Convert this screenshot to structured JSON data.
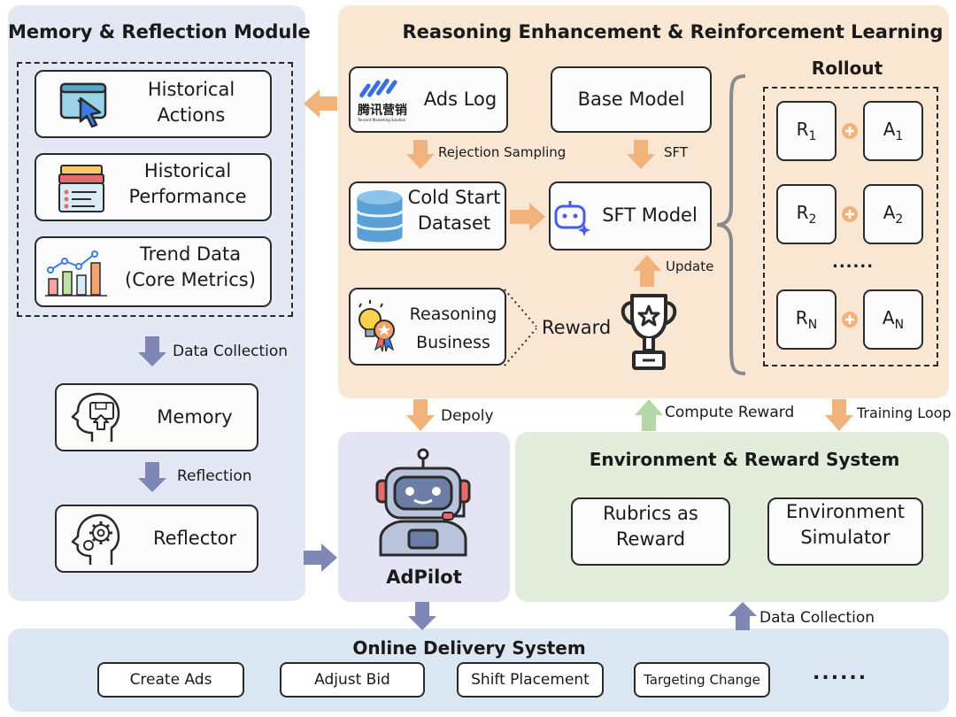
{
  "memory_panel": {
    "title": "Memory & Reflection Module",
    "items": [
      {
        "line1": "Historical",
        "line2": "Actions"
      },
      {
        "line1": "Historical",
        "line2": "Performance"
      },
      {
        "line1": "Trend Data",
        "line2": "(Core Metrics)"
      }
    ],
    "data_collection": "Data Collection",
    "memory": "Memory",
    "reflection": "Reflection",
    "reflector": "Reflector"
  },
  "rl_panel": {
    "title": "Reasoning Enhancement & Reinforcement Learning",
    "ads_log": "Ads Log",
    "logo_cn": "腾讯营销",
    "logo_en": "Tencent Marketing Solution",
    "base_model": "Base Model",
    "rejection_sampling": "Rejection Sampling",
    "sft": "SFT",
    "cold_start_line1": "Cold Start",
    "cold_start_line2": "Dataset",
    "sft_model": "SFT Model",
    "update": "Update",
    "reasoning_line1": "Reasoning",
    "reasoning_line2": "Business",
    "reward": "Reward",
    "rollout": {
      "title": "Rollout",
      "rows": [
        {
          "r": "R",
          "r_sub": "1",
          "a": "A",
          "a_sub": "1"
        },
        {
          "r": "R",
          "r_sub": "2",
          "a": "A",
          "a_sub": "2"
        },
        {
          "r": "R",
          "r_sub": "N",
          "a": "A",
          "a_sub": "N"
        }
      ],
      "ellipsis": "......"
    }
  },
  "flow_labels": {
    "deploy": "Depoly",
    "compute_reward": "Compute Reward",
    "training_loop": "Training Loop",
    "data_collection": "Data Collection"
  },
  "adpilot": {
    "name": "AdPilot"
  },
  "env_panel": {
    "title": "Environment & Reward System",
    "rubrics_line1": "Rubrics as",
    "rubrics_line2": "Reward",
    "env_line1": "Environment",
    "env_line2": "Simulator"
  },
  "online_panel": {
    "title": "Online Delivery System",
    "actions": [
      "Create Ads",
      "Adjust Bid",
      "Shift Placement",
      "Targeting Change"
    ],
    "ellipsis": "......"
  },
  "colors": {
    "memory_bg": "#e4e7f4",
    "rl_bg": "#f9e7d4",
    "adpilot_bg": "#e4e4f4",
    "env_bg": "#e4ecdc",
    "online_bg": "#dce7f4",
    "arrow_orange": "#f2b27c",
    "arrow_blue": "#7f87b7",
    "arrow_green": "#b4d7a6"
  }
}
